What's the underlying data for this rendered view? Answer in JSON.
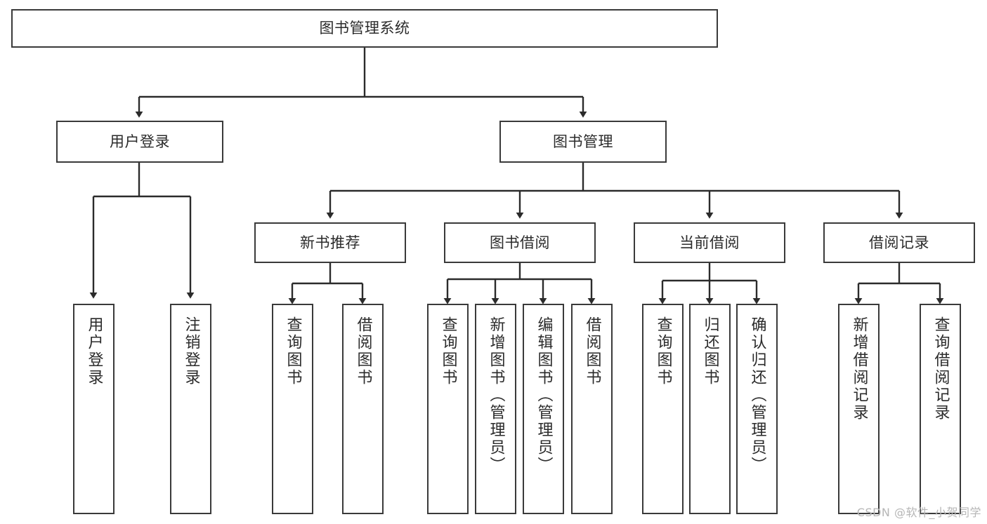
{
  "diagram": {
    "title": "图书管理系统",
    "watermark": "CSDN @软件_小贺同学",
    "colors": {
      "box_border": "#3a3a3a",
      "box_fill": "#ffffff",
      "edge": "#2b2b2b",
      "text": "#2b2b2b",
      "watermark": "#b6b6b6",
      "background": "#ffffff"
    },
    "nodes": {
      "root": "图书管理系统",
      "user_login": "用户登录",
      "book_manage": "图书管理",
      "new_book_rec": "新书推荐",
      "book_borrow": "图书借阅",
      "current_borrow": "当前借阅",
      "borrow_record": "借阅记录",
      "leaf_user_login": "用户登录",
      "leaf_logout_login": "注销登录",
      "leaf_query_book_1": "查询图书",
      "leaf_borrow_book_1": "借阅图书",
      "leaf_query_book_2": "查询图书",
      "leaf_add_book_admin": "新增图书（管理员）",
      "leaf_edit_book_admin": "编辑图书（管理员）",
      "leaf_borrow_book_2": "借阅图书",
      "leaf_query_book_3": "查询图书",
      "leaf_return_book": "归还图书",
      "leaf_confirm_return_admin": "确认归还（管理员）",
      "leaf_add_borrow_record": "新增借阅记录",
      "leaf_query_borrow_record": "查询借阅记录"
    }
  }
}
